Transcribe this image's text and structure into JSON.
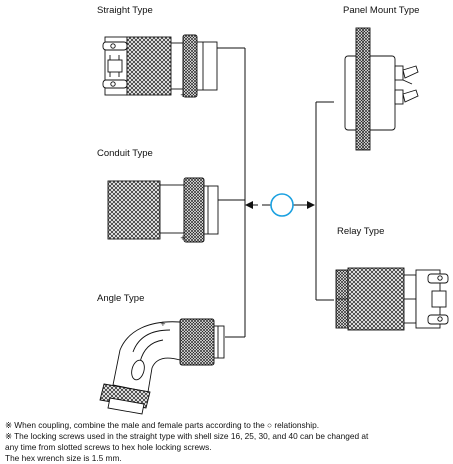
{
  "labels": {
    "straight": "Straight Type",
    "conduit": "Conduit Type",
    "angle": "Angle Type",
    "panel_mount": "Panel Mount Type",
    "relay": "Relay Type"
  },
  "notes": [
    "※ When coupling, combine the male and female parts according to the ○ relationship.",
    "※ The locking screws used in the straight type with shell size 16, 25, 30, and 40 can be changed at",
    "    any time from slotted screws to hex hole locking screws.",
    "The hex wrench size is 1.5 mm."
  ],
  "colors": {
    "line": "#111111",
    "coupling_circle": "#1aa0e0",
    "knurl": "#333333"
  }
}
